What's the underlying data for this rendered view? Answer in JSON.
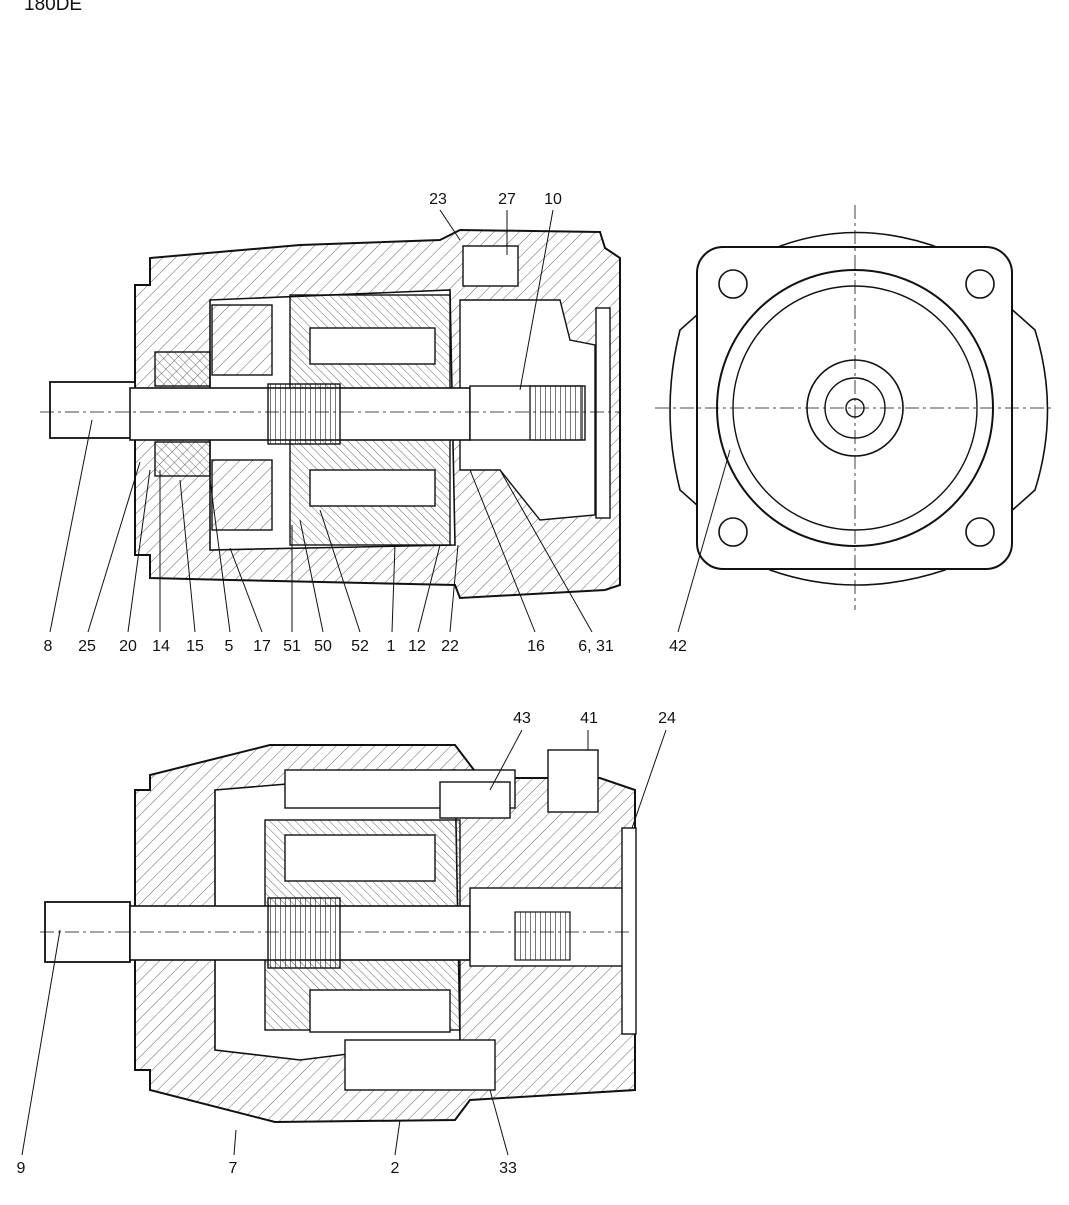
{
  "title": "180DE",
  "views": {
    "section_top": {
      "callouts_top": [
        "23",
        "27",
        "10"
      ],
      "callouts_bottom": [
        "8",
        "25",
        "20",
        "14",
        "15",
        "5",
        "17",
        "51",
        "50",
        "52",
        "1",
        "12",
        "22",
        "16",
        "6, 31"
      ]
    },
    "end_view": {
      "callouts": [
        "42"
      ]
    },
    "section_bottom": {
      "callouts_top": [
        "43",
        "41",
        "24"
      ],
      "callouts_bottom": [
        "9",
        "7",
        "2",
        "33"
      ]
    }
  }
}
